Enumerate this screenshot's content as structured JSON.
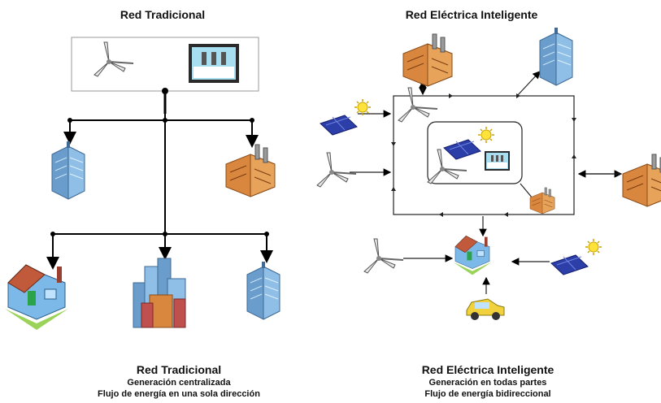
{
  "left": {
    "title": "Red Tradicional",
    "caption_title": "Red Tradicional",
    "caption_line1": "Generación centralizada",
    "caption_line2": "Flujo de energía en una sola dirección"
  },
  "right": {
    "title": "Red Eléctrica Inteligente",
    "caption_title": "Red Eléctrica Inteligente",
    "caption_line1": "Generación en todas partes",
    "caption_line2": "Flujo de energía bidireccional"
  }
}
